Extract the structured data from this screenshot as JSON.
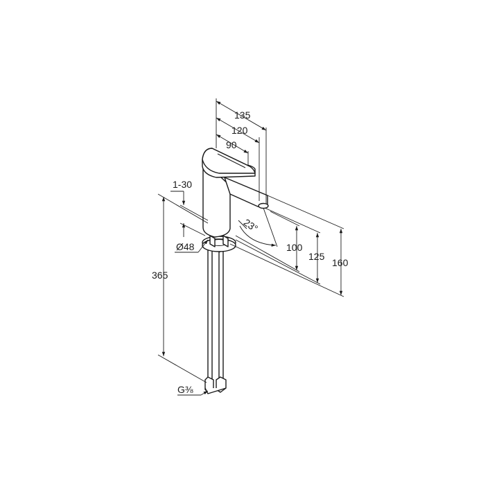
{
  "drawing": {
    "dimensions": {
      "width_135": "135",
      "width_120": "120",
      "width_90": "90",
      "deck_thickness": "1-30",
      "angle": "23°",
      "height_100": "100",
      "height_125": "125",
      "height_160": "160",
      "diameter": "Ø48",
      "hose_length": "365",
      "thread": "G⅜"
    }
  }
}
